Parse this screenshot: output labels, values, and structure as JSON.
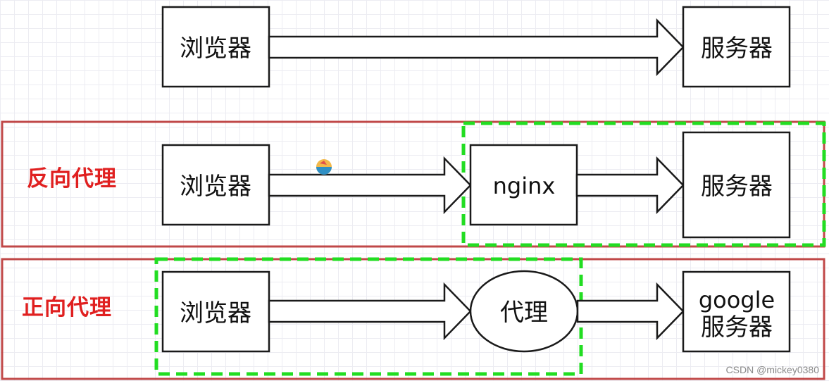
{
  "rows": {
    "direct": {
      "browser": "浏览器",
      "server": "服务器"
    },
    "reverse_proxy": {
      "label": "反向代理",
      "browser": "浏览器",
      "proxy": "nginx",
      "server": "服务器"
    },
    "forward_proxy": {
      "label": "正向代理",
      "browser": "浏览器",
      "proxy": "代理",
      "server_line1": "google",
      "server_line2": "服务器"
    }
  },
  "watermark": "CSDN @mickey0380",
  "colors": {
    "section_border": "#c04848",
    "dashed_highlight": "#22dd22",
    "label_red": "#e02020",
    "box_stroke": "#1a1a1a"
  },
  "icons": [
    "logo-icon"
  ]
}
